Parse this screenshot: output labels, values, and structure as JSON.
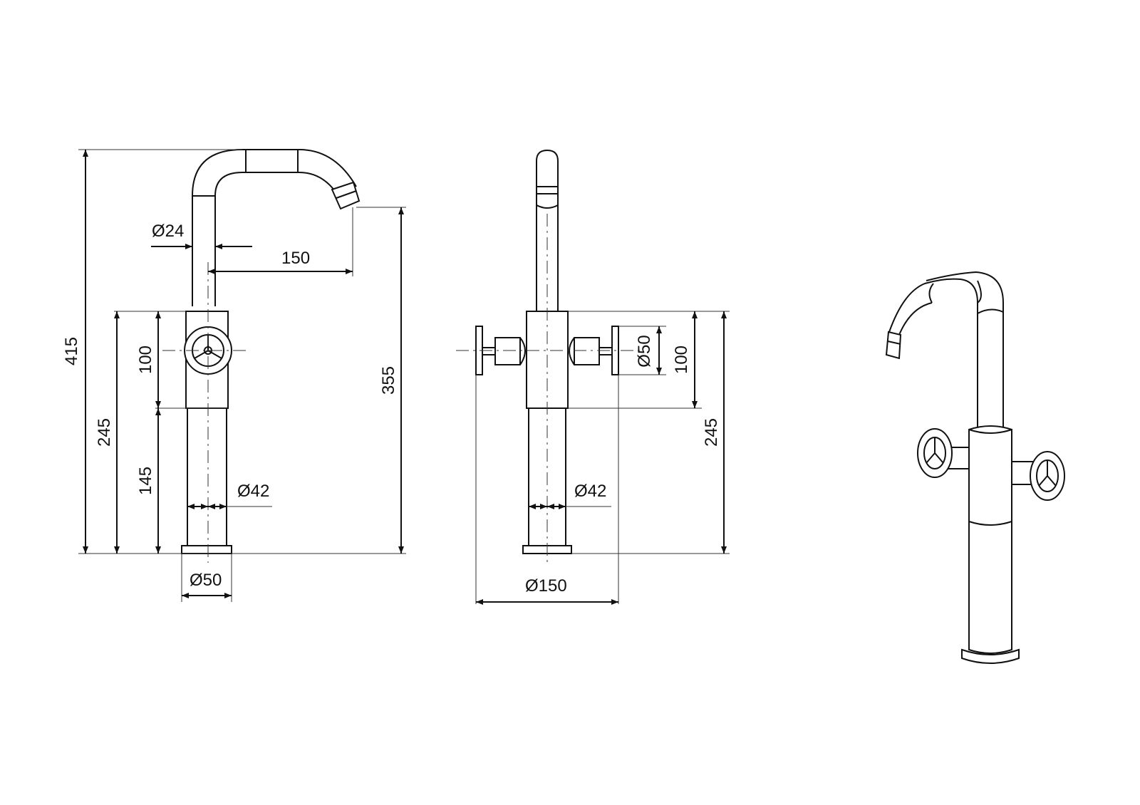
{
  "side_view": {
    "overall_height": "415",
    "spout_diameter": "Ø24",
    "spout_reach": "150",
    "spout_outlet_height": "355",
    "handle_height": "245",
    "handle_spacing": "100",
    "lower_body_height": "145",
    "body_diameter": "Ø42",
    "base_diameter": "Ø50"
  },
  "front_view": {
    "handle_diameter": "Ø50",
    "handle_spacing": "100",
    "handle_height": "245",
    "body_diameter": "Ø42",
    "handle_span": "Ø150"
  },
  "iso_view": {
    "label": ""
  },
  "colors": {
    "line": "#111111",
    "background": "#ffffff"
  }
}
